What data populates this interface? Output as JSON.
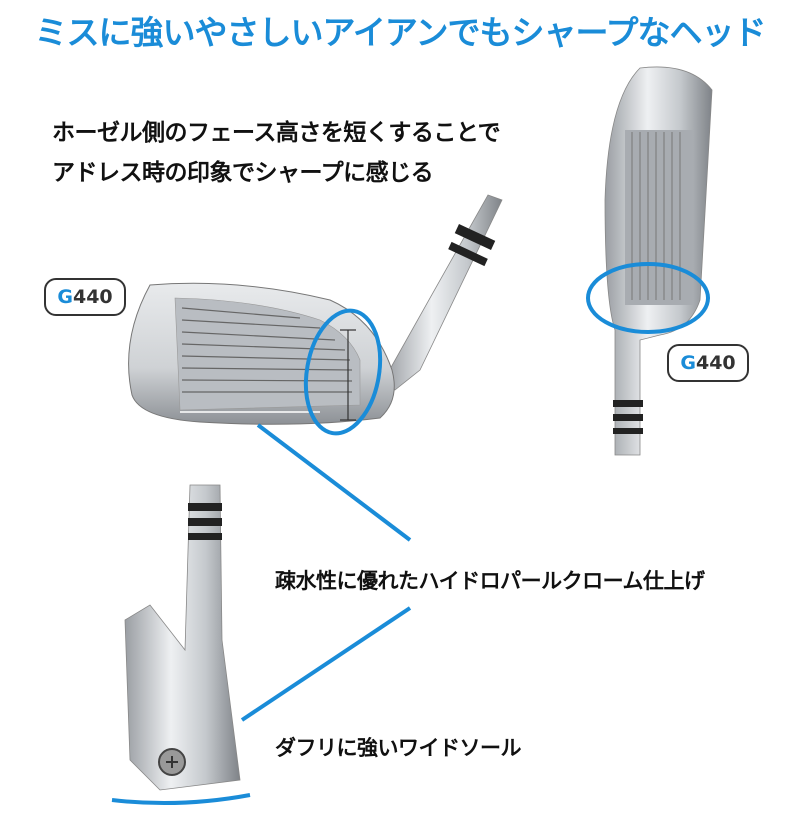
{
  "title": "ミスに強いやさしいアイアンでもシャープなヘッド",
  "description": {
    "line1": "ホーゼル側のフェース高さを短くすることで",
    "line2": "アドレス時の印象でシャープに感じる"
  },
  "captions": {
    "finish": "疎水性に優れたハイドロパールクローム仕上げ",
    "sole": "ダフリに強いワイドソール"
  },
  "badge": {
    "letter": "G",
    "model": "440"
  },
  "colors": {
    "accent": "#1a8cd8",
    "text": "#111111"
  }
}
